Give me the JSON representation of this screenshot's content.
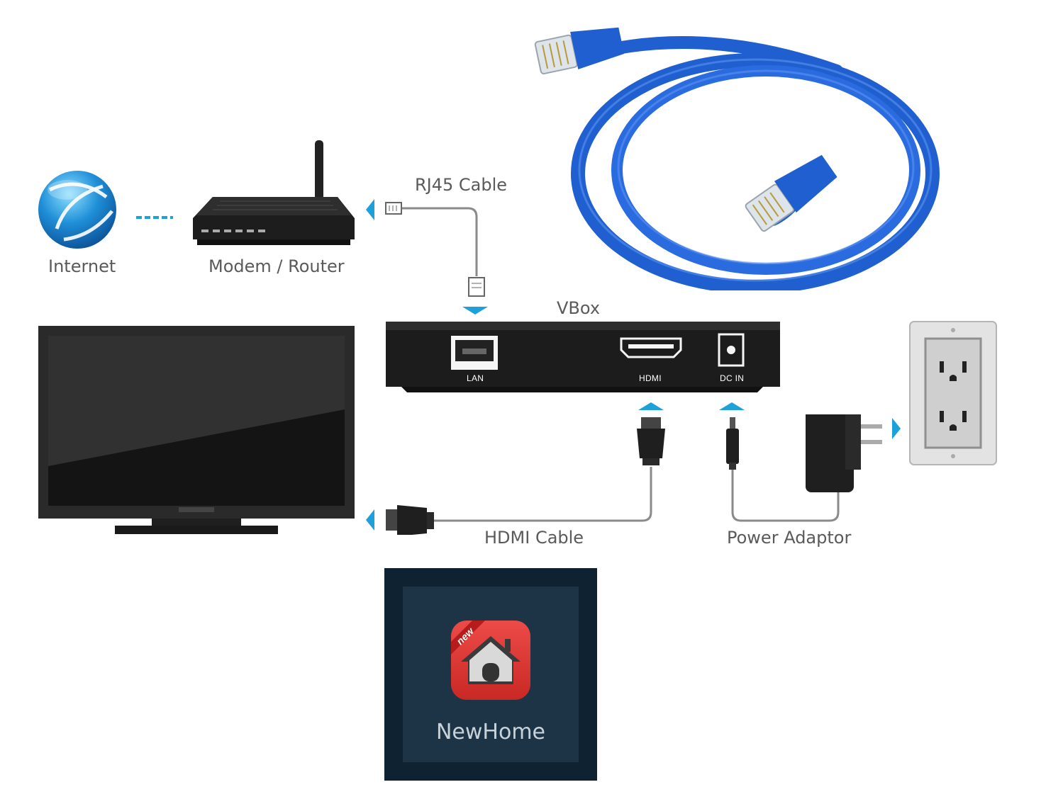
{
  "labels": {
    "internet": "Internet",
    "router": "Modem / Router",
    "rj45": "RJ45 Cable",
    "vbox": "VBox",
    "hdmi_cable": "HDMI Cable",
    "power_adaptor": "Power Adaptor"
  },
  "ports": {
    "lan": "LAN",
    "hdmi": "HDMI",
    "dc_in": "DC IN"
  },
  "app": {
    "name": "NewHome",
    "badge": "new"
  },
  "colors": {
    "accent": "#1ea0d8",
    "cable_blue": "#1f5fcf",
    "device_black": "#1b1b1b",
    "app_red": "#e03a36",
    "tile_bg": "#0f2231"
  },
  "icons": [
    "globe-icon",
    "router-icon",
    "rj45-plug-icon",
    "ethernet-cable-photo",
    "tv-icon",
    "hdmi-plug-icon",
    "dc-plug-icon",
    "power-adapter-icon",
    "wall-outlet-icon",
    "house-icon"
  ]
}
